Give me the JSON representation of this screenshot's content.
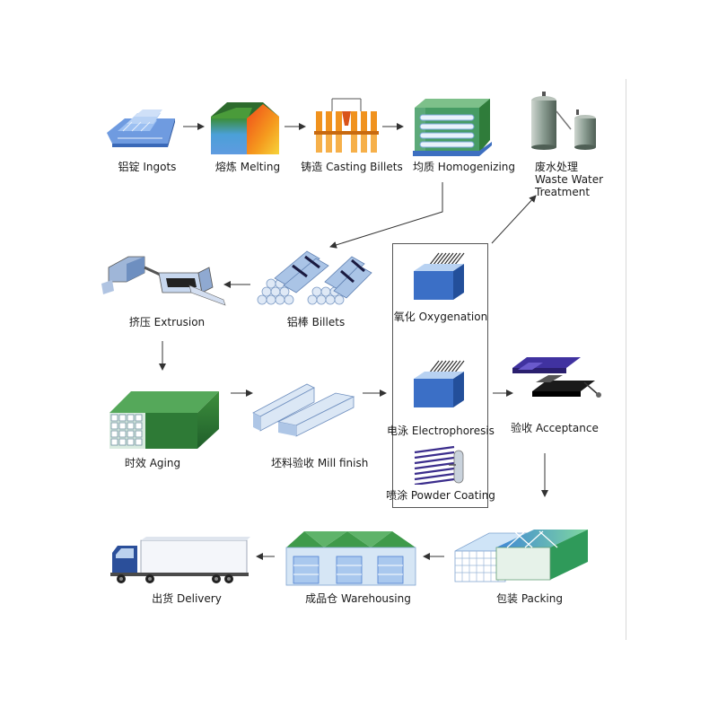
{
  "steps": {
    "ingots": "铝锭 Ingots",
    "melting": "熔炼 Melting",
    "casting": "铸造 Casting Billets",
    "homogenizing": "均质 Homogenizing",
    "waste_line1": "废水处理",
    "waste_line2": "Waste Water",
    "waste_line3": "Treatment",
    "billets": "铝棒 Billets",
    "extrusion": "挤压 Extrusion",
    "oxygenation": "氧化 Oxygenation",
    "electrophoresis": "电泳 Electrophoresis",
    "powder": "喷涂 Powder Coating",
    "acceptance": "验收 Acceptance",
    "aging": "时效 Aging",
    "mill_finish": "坯料验收  Mill finish",
    "packing": "包装 Packing",
    "warehousing": "成品仓 Warehousing",
    "delivery": "出货 Delivery"
  },
  "colors": {
    "aluminum_blue": "#4b7fd1",
    "light_blue": "#a9c8ee",
    "orange": "#f0921e",
    "green": "#3f8f3f",
    "purple": "#3b2d8c",
    "dark_arrow": "#333333"
  }
}
